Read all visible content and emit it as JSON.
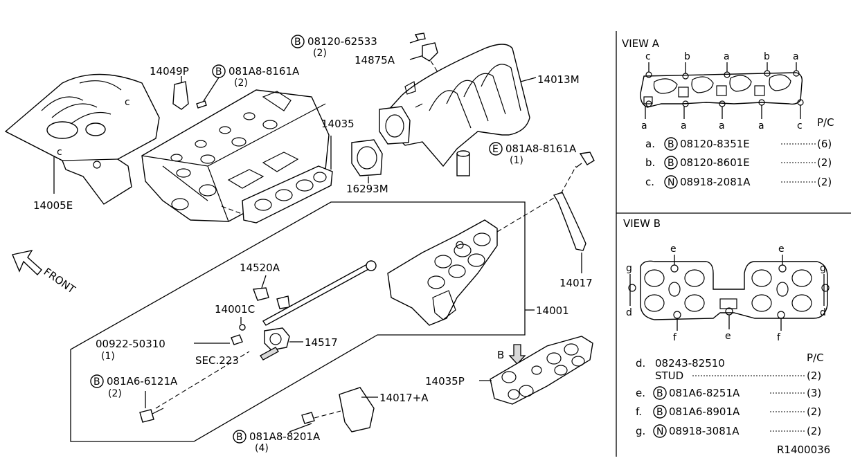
{
  "callouts": {
    "c14005E": "14005E",
    "c14049P": "14049P",
    "c081A8_8161A_top": "081A8-8161A",
    "c081A8_8161A_top_qty": "(2)",
    "c08120_62533": "08120-62533",
    "c08120_62533_qty": "(2)",
    "c14875A": "14875A",
    "c14013M": "14013M",
    "c14035": "14035",
    "c16293M": "16293M",
    "c081A8_8161A_mid": "081A8-8161A",
    "c081A8_8161A_mid_qty": "(1)",
    "front": "FRONT",
    "c14520A": "14520A",
    "c14001C": "14001C",
    "c00922_50310": "00922-50310",
    "c00922_50310_qty": "(1)",
    "c14517": "14517",
    "sec223": "SEC.223",
    "c081A6_6121A": "081A6-6121A",
    "c081A6_6121A_qty": "(2)",
    "c14001": "14001",
    "c14017": "14017",
    "c14017A": "14017+A",
    "c081A8_8201A": "081A8-8201A",
    "c081A8_8201A_qty": "(4)",
    "c14035P": "14035P",
    "view_b_arrow": "B"
  },
  "prefixes": {
    "B": "B",
    "E": "E",
    "N": "N"
  },
  "view_a": {
    "title": "VIEW A",
    "pc": "P/C",
    "top_letters": [
      "c",
      "b",
      "a",
      "b",
      "a"
    ],
    "bottom_letters": [
      "a",
      "a",
      "a",
      "a",
      "c"
    ],
    "legend": [
      {
        "key": "a.",
        "prefix": "B",
        "part": "08120-8351E",
        "qty": "(6)"
      },
      {
        "key": "b.",
        "prefix": "B",
        "part": "08120-8601E",
        "qty": "(2)"
      },
      {
        "key": "c.",
        "prefix": "N",
        "part": "08918-2081A",
        "qty": "(2)"
      }
    ]
  },
  "view_b": {
    "title": "VIEW B",
    "pc": "P/C",
    "letters_top": [
      "e",
      "e"
    ],
    "letters_side": [
      "g",
      "g",
      "d",
      "d"
    ],
    "letters_bottom": [
      "f",
      "e",
      "f"
    ],
    "legend_d_key": "d.",
    "legend_d_part": "08243-82510",
    "legend_d_sub": "STUD",
    "legend_d_qty": "(2)",
    "legend": [
      {
        "key": "e.",
        "prefix": "B",
        "part": "081A6-8251A",
        "qty": "(3)"
      },
      {
        "key": "f.",
        "prefix": "B",
        "part": "081A6-8901A",
        "qty": "(2)"
      },
      {
        "key": "g.",
        "prefix": "N",
        "part": "08918-3081A",
        "qty": "(2)"
      }
    ]
  },
  "ref_code": "R1400036"
}
